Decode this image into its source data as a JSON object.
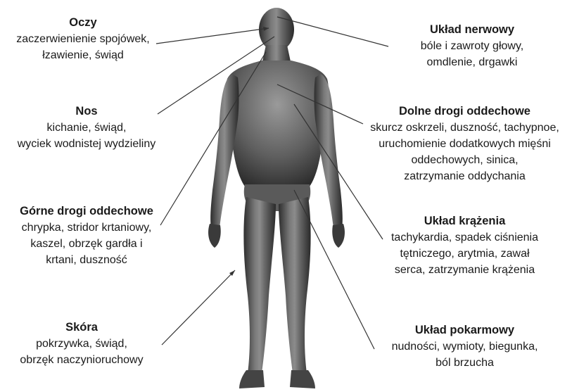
{
  "labels": {
    "oczy": {
      "title": "Oczy",
      "desc": "zaczerwienienie spojówek,\nłzawienie, świąd"
    },
    "nos": {
      "title": "Nos",
      "desc": "kichanie, świąd,\nwyciek wodnistej wydzieliny"
    },
    "gorne": {
      "title": "Górne drogi oddechowe",
      "desc": "chrypka, stridor krtaniowy,\nkaszel, obrzęk gardła i\nkrtani, duszność"
    },
    "skora": {
      "title": "Skóra",
      "desc": "pokrzywka, świąd,\nobrzęk naczynioruchowy"
    },
    "nerwowy": {
      "title": "Układ nerwowy",
      "desc": "bóle i zawroty głowy,\nomdlenie, drgawki"
    },
    "dolne": {
      "title": "Dolne drogi oddechowe",
      "desc": "skurcz oskrzeli, duszność, tachypnoe,\nuruchomienie dodatkowych mięśni\noddechowych, sinica,\nzatrzymanie oddychania"
    },
    "krazenie": {
      "title": "Układ krążenia",
      "desc": "tachykardia, spadek ciśnienia\ntętniczego, arytmia, zawał\nserca, zatrzymanie krążenia"
    },
    "pokarmowy": {
      "title": "Układ pokarmowy",
      "desc": "nudności, wymioty, biegunka,\nból brzucha"
    }
  },
  "colors": {
    "body_light": "#8a8a8a",
    "body_dark": "#2b2b2b",
    "leader": "#333333",
    "text": "#1a1a1a"
  }
}
